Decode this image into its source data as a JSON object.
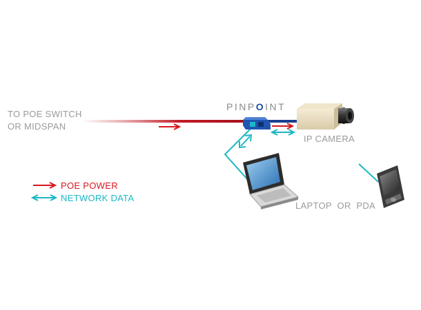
{
  "labels": {
    "source_line1": "TO POE SWITCH",
    "source_line2": "OR MIDSPAN",
    "brand_prefix": "PINP",
    "brand_accent": "O",
    "brand_suffix": "INT",
    "camera": "IP CAMERA",
    "laptop_pda": "LAPTOP  OR  PDA"
  },
  "legend": {
    "power": "POE POWER",
    "data": "NETWORK DATA"
  },
  "colors": {
    "power": "#d7171f",
    "data": "#1bb8c4",
    "cable_blue": "#1a3f8f",
    "device_blue": "#1f55b0",
    "label_gray": "#9a9a9a"
  },
  "icons": {
    "device": "pinpoint-device-icon",
    "camera": "ip-camera-icon",
    "laptop": "laptop-icon",
    "pda": "pda-icon"
  }
}
